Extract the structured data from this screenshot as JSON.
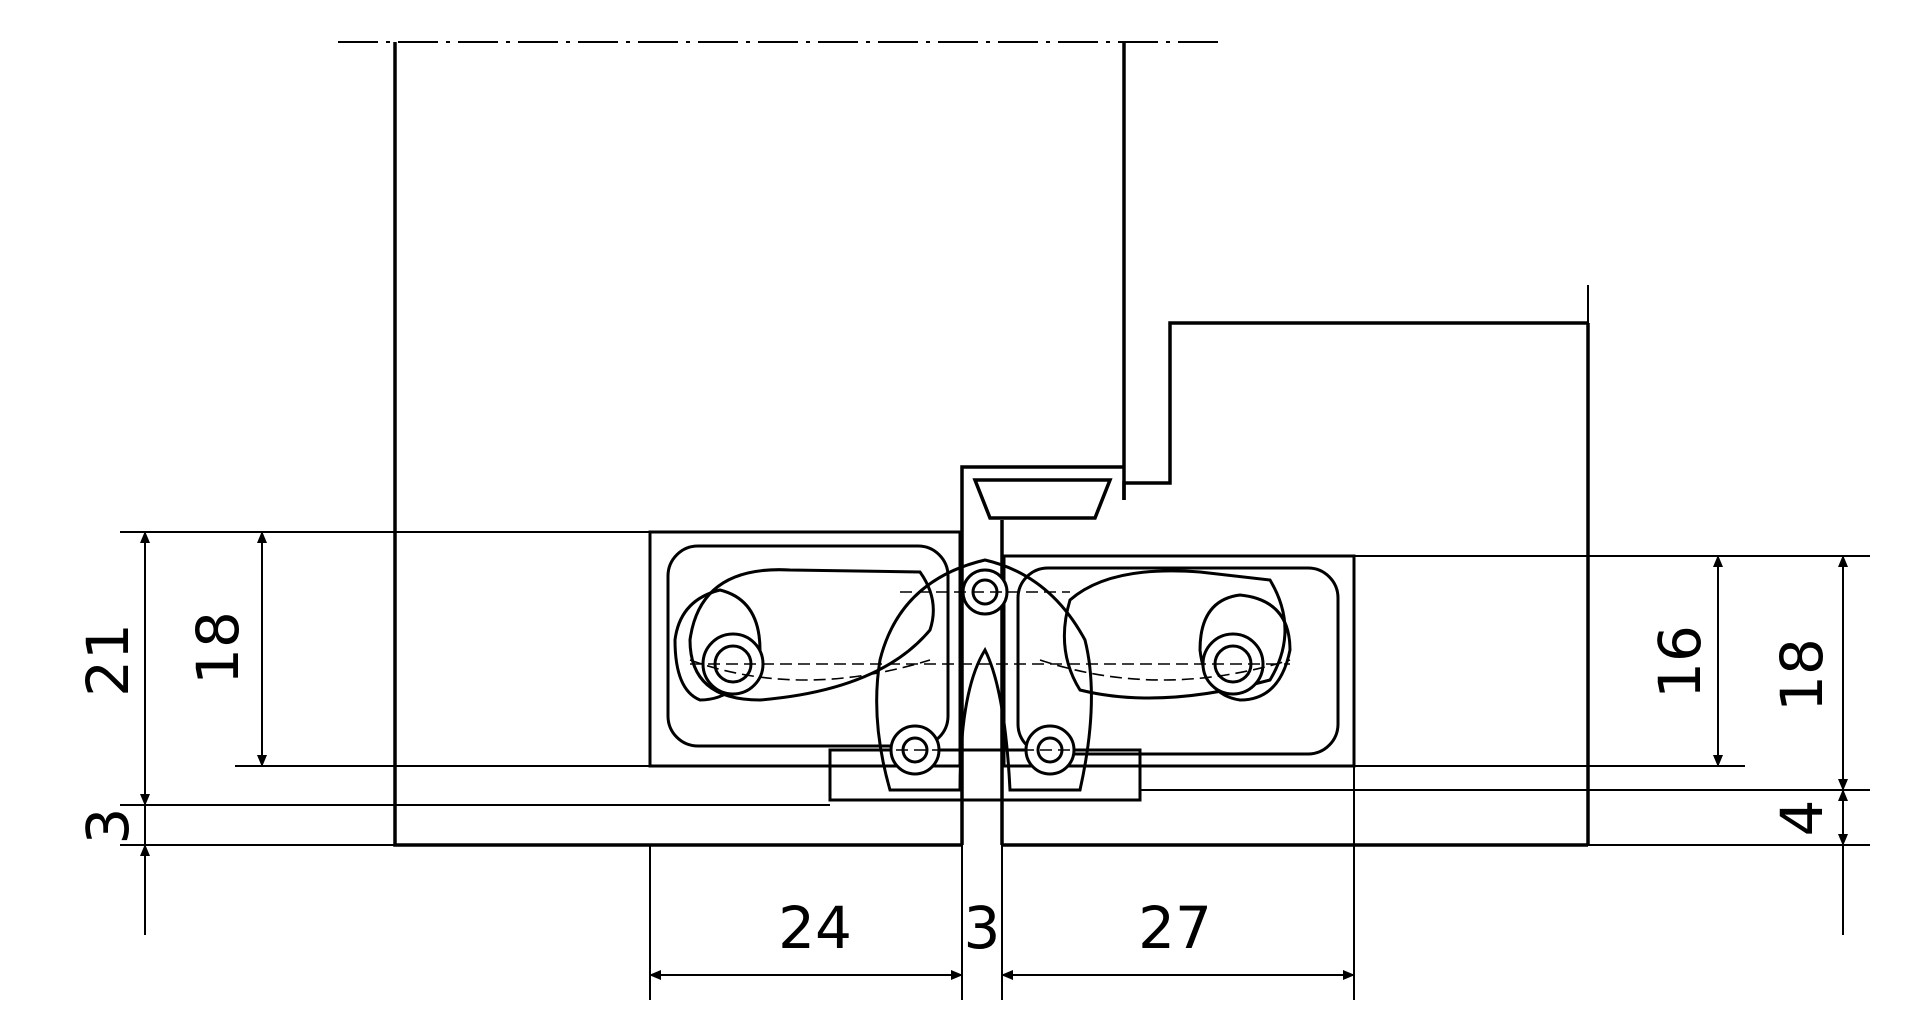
{
  "drawing": {
    "line_color": "#000000",
    "background": "#ffffff"
  },
  "dimensions": {
    "left_outer": "21",
    "left_inner": "18",
    "left_bottom": "3",
    "right_inner": "16",
    "right_outer": "18",
    "right_bottom": "4",
    "bottom_left": "24",
    "bottom_gap": "3",
    "bottom_right": "27"
  }
}
